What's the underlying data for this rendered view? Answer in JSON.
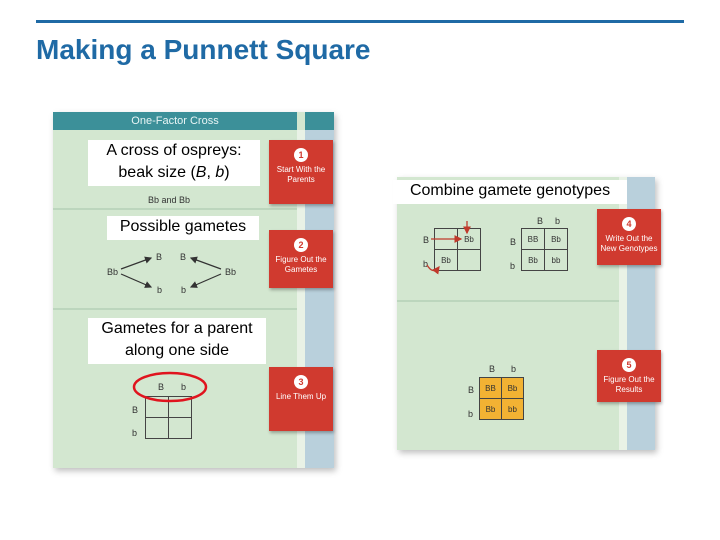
{
  "slide": {
    "title": "Making a Punnett Square"
  },
  "left_panel": {
    "header": "One-Factor Cross",
    "parents": "Bb and Bb",
    "steps": [
      {
        "number": "1",
        "text": "Start With the Parents"
      },
      {
        "number": "2",
        "text": "Figure Out the Gametes"
      },
      {
        "number": "3",
        "text": "Line Them Up"
      }
    ],
    "gametes": {
      "left_parent": "Bb",
      "right_parent": "Bb",
      "top": "B",
      "bottom": "b"
    },
    "lineup": {
      "col_headers": [
        "B",
        "b"
      ],
      "row_headers": [
        "B",
        "b"
      ]
    }
  },
  "right_panel": {
    "steps": [
      {
        "number": "4",
        "text": "Write Out the New Genotypes"
      },
      {
        "number": "5",
        "text": "Figure Out the Results"
      }
    ],
    "combine": {
      "sketch_rows": [
        "B",
        "b"
      ],
      "sketch_cells": [
        "Bb",
        "Bb"
      ],
      "col_headers": [
        "B",
        "b"
      ],
      "row_headers": [
        "B",
        "b"
      ],
      "cells": [
        [
          "BB",
          "Bb"
        ],
        [
          "Bb",
          "bb"
        ]
      ]
    },
    "results": {
      "col_headers": [
        "B",
        "b"
      ],
      "row_headers": [
        "B",
        "b"
      ],
      "cells": [
        [
          "BB",
          "Bb"
        ],
        [
          "Bb",
          "bb"
        ]
      ]
    }
  },
  "annotations": {
    "cross_label_line1": "A cross of ospreys:",
    "cross_label_line2_prefix": "beak size (",
    "cross_label_B": "B",
    "cross_label_sep": ", ",
    "cross_label_b": "b",
    "cross_label_suffix": ")",
    "gametes_label": "Possible gametes",
    "lineup_label_line1": "Gametes for a parent",
    "lineup_label_line2": "along one side",
    "combine_label": "Combine gamete genotypes"
  },
  "colors": {
    "title": "#1f6aa5",
    "panel_green": "#d3e7d0",
    "step_red": "#d03a2f",
    "result_orange": "#f2b233",
    "circle_red": "#e0141e"
  }
}
